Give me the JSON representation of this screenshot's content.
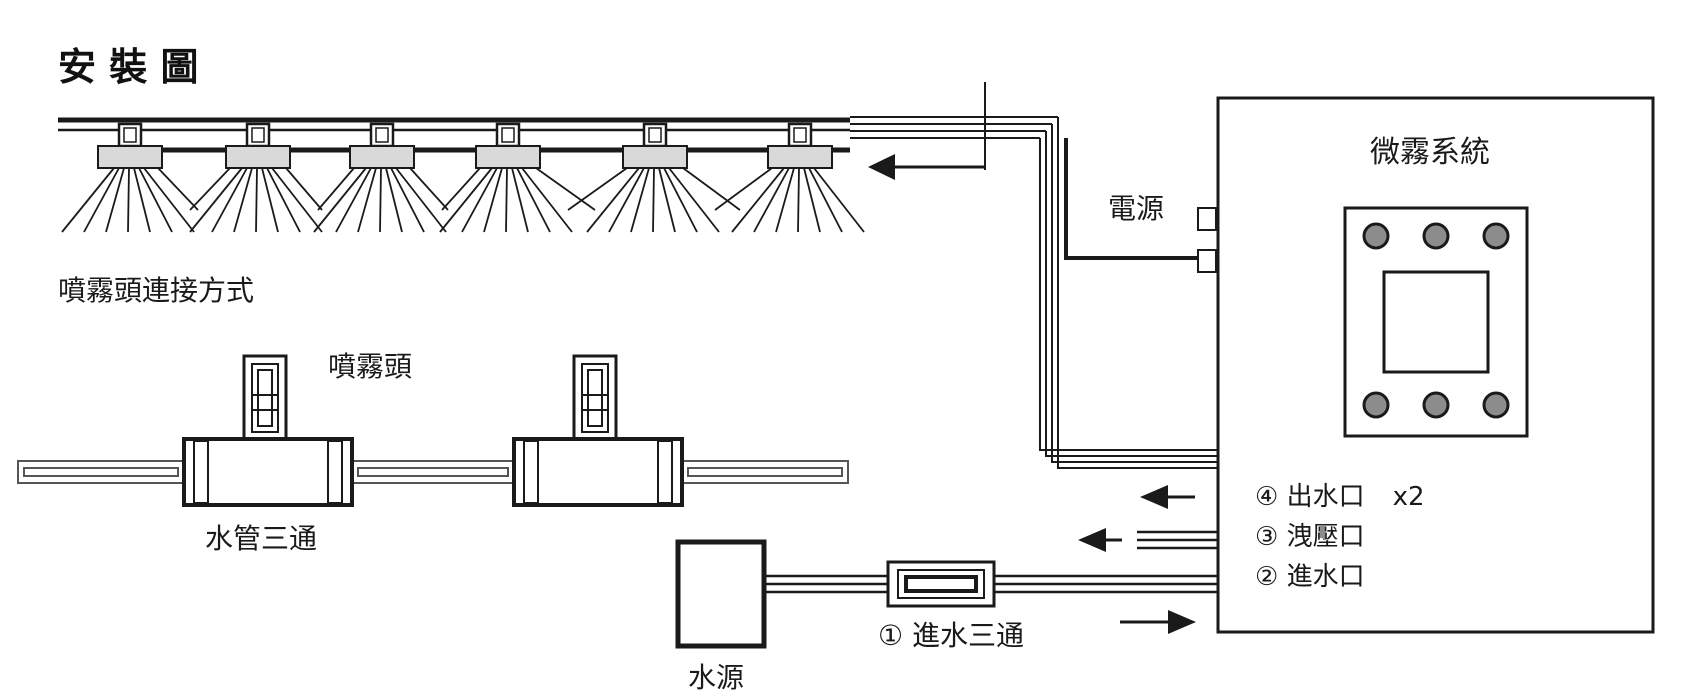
{
  "title": "安 裝 圖",
  "labels": {
    "nozzle_connection": "噴霧頭連接方式",
    "nozzle": "噴霧頭",
    "pipe_tee": "水管三通",
    "system": "微霧系統",
    "power": "電源",
    "water_source": "水源",
    "inlet_tee": "① 進水三通"
  },
  "ports": [
    {
      "text": "④ 出水口",
      "suffix": "x2"
    },
    {
      "text": "③ 洩壓口",
      "suffix": ""
    },
    {
      "text": "② 進水口",
      "suffix": ""
    }
  ],
  "colors": {
    "ink": "#1a1a1a",
    "nozzle_fill": "#d9d9d9",
    "port_dot": "#8c8c8c"
  }
}
